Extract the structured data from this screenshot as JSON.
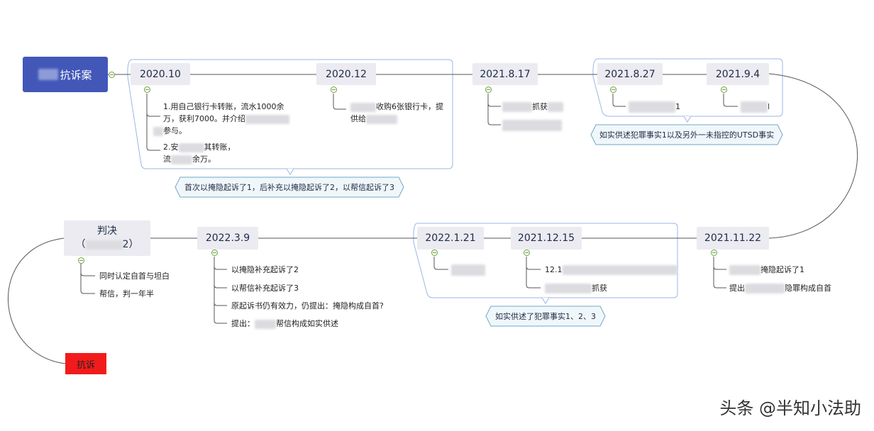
{
  "root": {
    "label": "抗诉案"
  },
  "nodes": {
    "n2020_10": "2020.10",
    "n2020_12": "2020.12",
    "n2021_8_17": "2021.8.17",
    "n2021_8_27": "2021.8.27",
    "n2021_9_4": "2021.9.4",
    "n2021_11_22": "2021.11.22",
    "n2021_12_15": "2021.12.15",
    "n2022_1_21": "2022.1.21",
    "n2022_3_9": "2022.3.9",
    "verdict_line1": "判决",
    "verdict_line2_left": "（",
    "verdict_line2_right": "2）",
    "protest": "抗诉"
  },
  "leaves": {
    "a1_l1": "1.用自己银行卡转账，流水1000余",
    "a1_l2a": "万，获利7000。并介绍",
    "a1_l3b": "参与。",
    "a2_a": "2.安",
    "a2_b": "其转账，",
    "a2_c": "流",
    "a2_d": "余万。",
    "b1_a": "收购6张银行卡，提",
    "b1_b": "供给",
    "c1": "抓获",
    "d1": "1",
    "e1": "l",
    "f1_a": "掩隐起诉了1",
    "f2_a": "提出",
    "f2_b": "隐罪构成自首",
    "g1_a": "12.1",
    "g2_b": "抓获",
    "v1": "同时认定自首与坦白",
    "v2": "帮信，判一年半",
    "p1": "以掩隐补充起诉了2",
    "p2": "以帮信补充起诉了3",
    "p3": "原起诉书仍有效力，仍提出：掩隐构成自首?",
    "p4_a": "提出：",
    "p4_b": "帮信构成如实供述"
  },
  "notes": {
    "note1": "首次以掩隐起诉了1，后补充以掩隐起诉了2，以帮信起诉了3",
    "note2": "如实供述犯罪事实1以及另外一未指控的UTSD事实",
    "note3": "如实供述了犯罪事实1、2、3"
  },
  "watermark": "头条 @半知小法助",
  "colors": {
    "root": "#4257b8",
    "node": "#ebebf1",
    "protest": "#f21b1b",
    "line": "#555555",
    "boundary": "#9bb6e6",
    "collapse": "#6da33c"
  }
}
